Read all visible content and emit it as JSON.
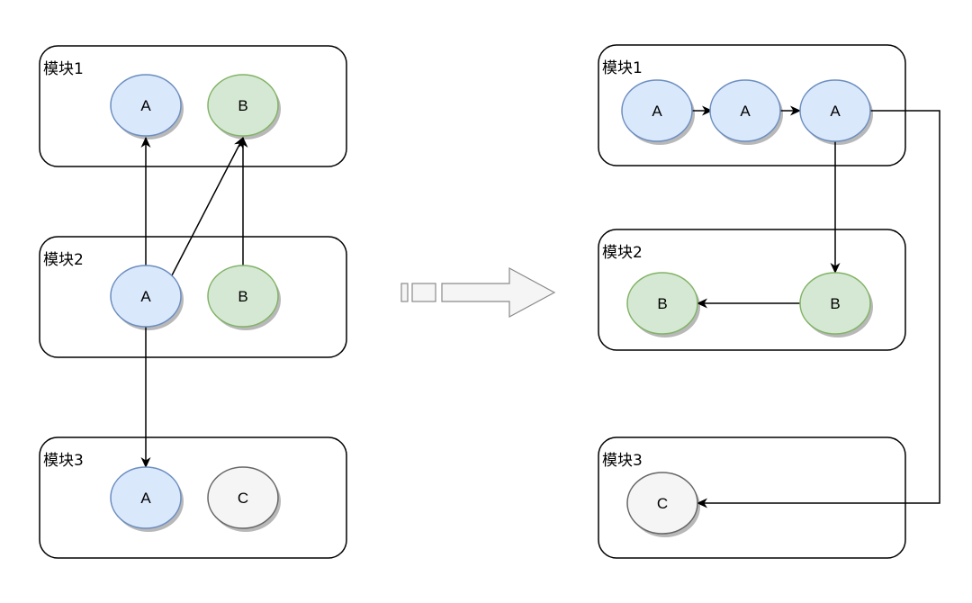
{
  "colors": {
    "node_a_fill": "#dae8fc",
    "node_a_stroke": "#6c8ebf",
    "node_b_fill": "#d5e8d4",
    "node_b_stroke": "#82b366",
    "node_c_fill": "#f5f5f5",
    "node_c_stroke": "#666666",
    "line": "#000000"
  },
  "left": {
    "modules": [
      {
        "label": "模块1"
      },
      {
        "label": "模块2"
      },
      {
        "label": "模块3"
      }
    ],
    "nodes": [
      {
        "label": "A",
        "kind": "a",
        "module": "模块1"
      },
      {
        "label": "B",
        "kind": "b",
        "module": "模块1"
      },
      {
        "label": "A",
        "kind": "a",
        "module": "模块2"
      },
      {
        "label": "B",
        "kind": "b",
        "module": "模块2"
      },
      {
        "label": "A",
        "kind": "a",
        "module": "模块3"
      },
      {
        "label": "C",
        "kind": "c",
        "module": "模块3"
      }
    ]
  },
  "right": {
    "modules": [
      {
        "label": "模块1"
      },
      {
        "label": "模块2"
      },
      {
        "label": "模块3"
      }
    ],
    "nodes": [
      {
        "label": "A",
        "kind": "a",
        "module": "模块1"
      },
      {
        "label": "A",
        "kind": "a",
        "module": "模块1"
      },
      {
        "label": "A",
        "kind": "a",
        "module": "模块1"
      },
      {
        "label": "B",
        "kind": "b",
        "module": "模块2"
      },
      {
        "label": "B",
        "kind": "b",
        "module": "模块2"
      },
      {
        "label": "C",
        "kind": "c",
        "module": "模块3"
      }
    ]
  }
}
